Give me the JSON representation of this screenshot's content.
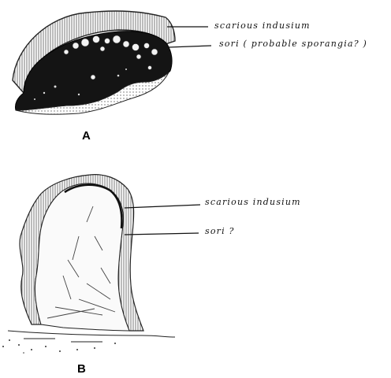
{
  "figure_a": {
    "letter": "A",
    "labels": {
      "indusium": "scarious indusium",
      "sori": "sori  ( probable  sporangia? )"
    }
  },
  "figure_b": {
    "letter": "B",
    "labels": {
      "indusium": "scarious indusium",
      "sori": "sori ?"
    }
  }
}
